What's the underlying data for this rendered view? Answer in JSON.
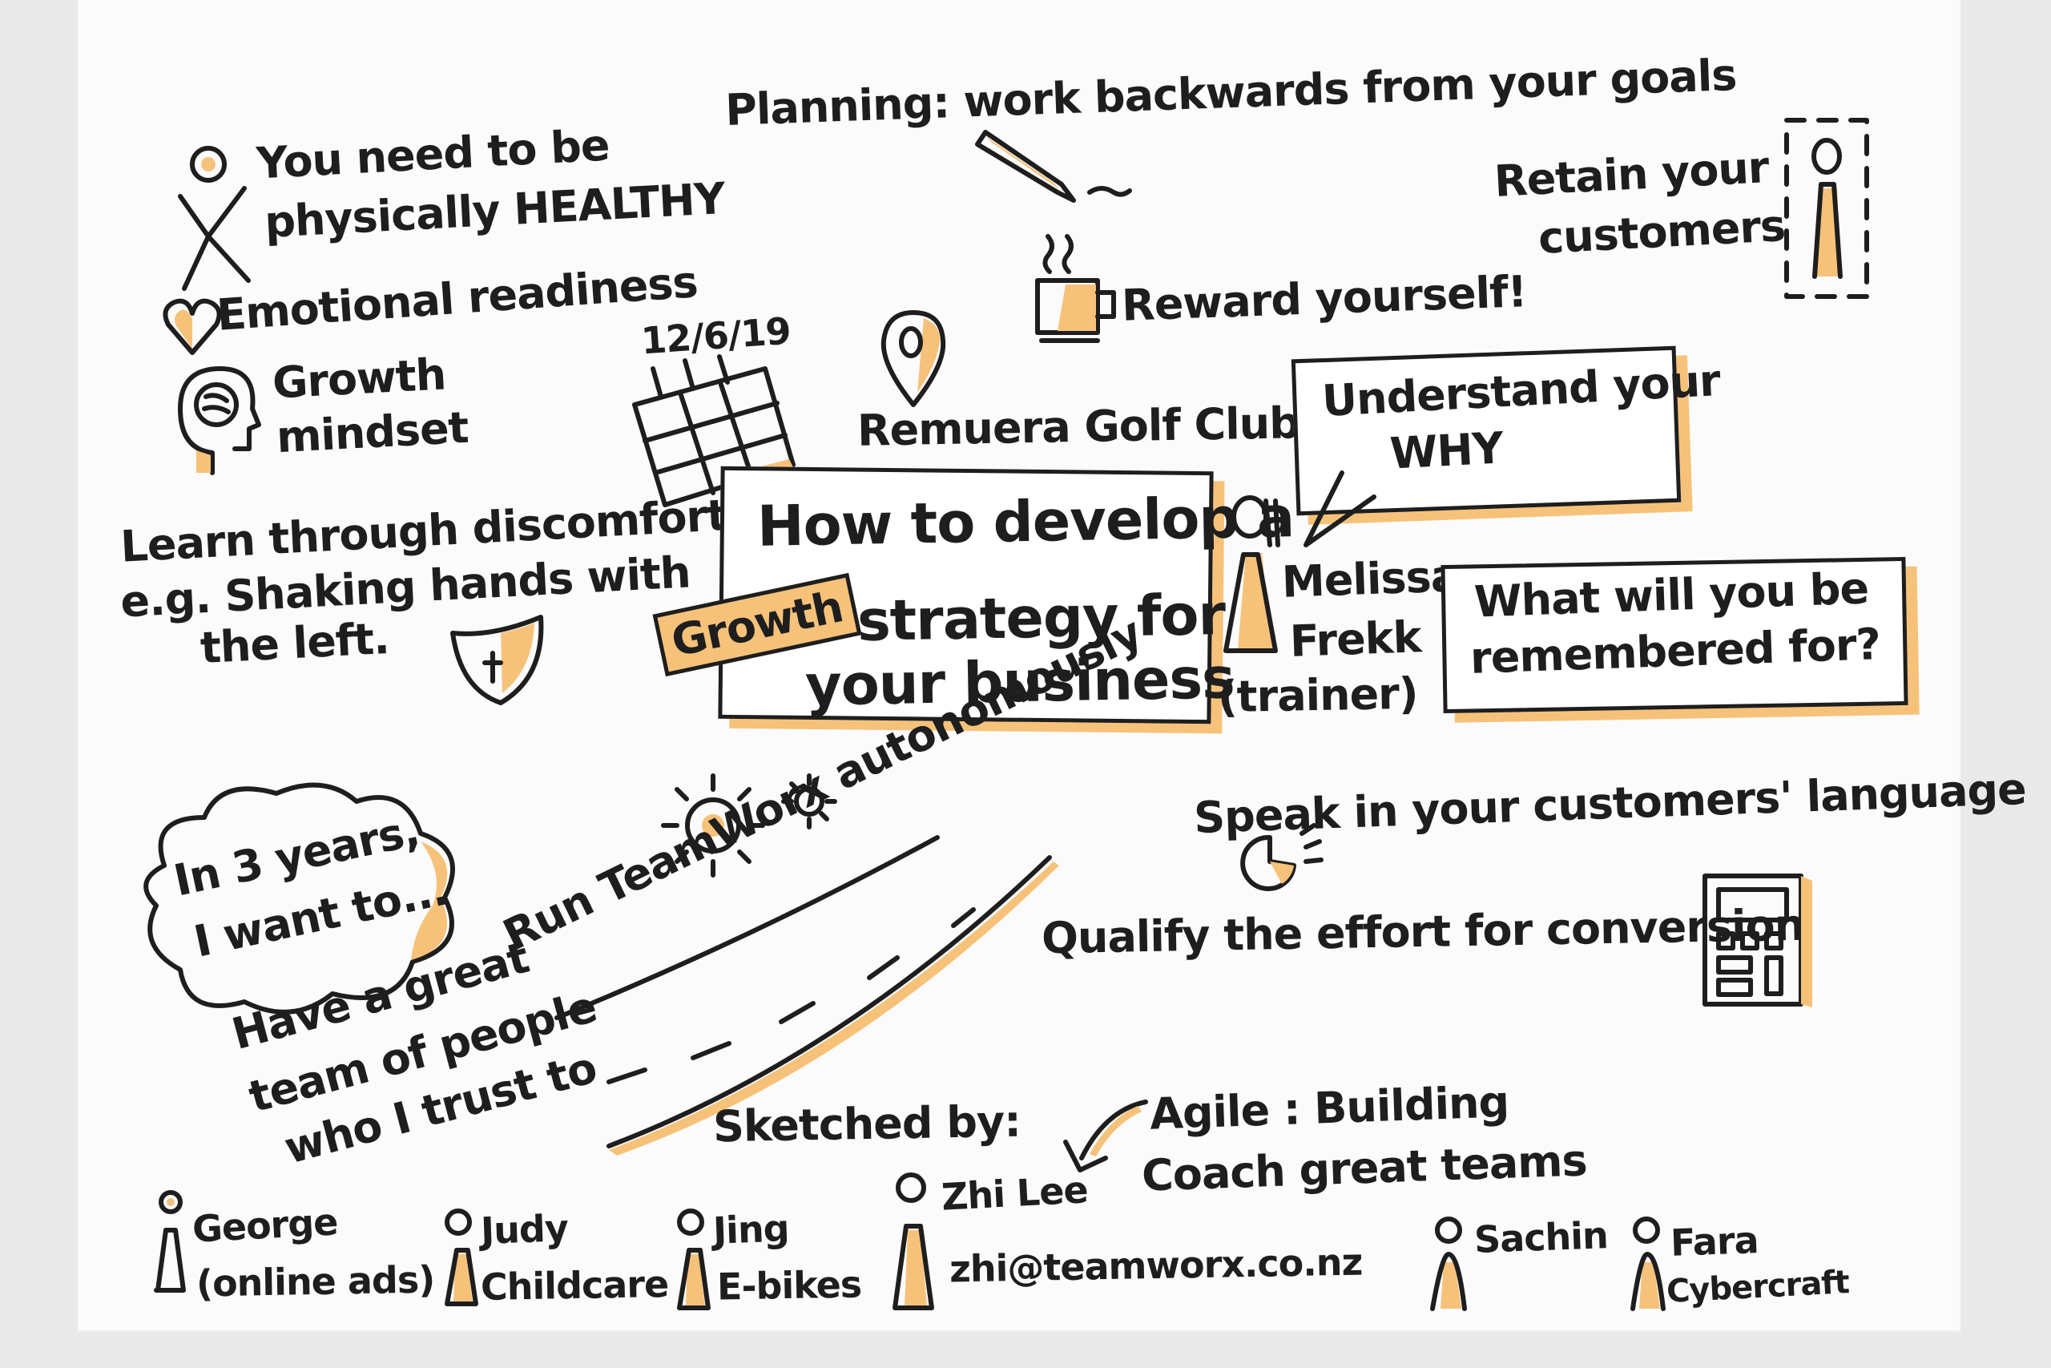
{
  "title": {
    "line1": "How to develop a",
    "highlight": "Growth",
    "line2": "strategy for",
    "line3": "your business"
  },
  "event": {
    "date": "12/6/19",
    "venue": "Remuera Golf Club"
  },
  "trainer": {
    "name_line1": "Melissa",
    "name_line2": "Frekk",
    "role": "(trainer)"
  },
  "notes": {
    "planning": "Planning: work backwards from your goals",
    "retain_line1": "Retain your",
    "retain_line2": "customers",
    "reward": "Reward yourself!",
    "healthy_line1": "You need to be",
    "healthy_line2": "physically HEALTHY",
    "emotional": "Emotional readiness",
    "growth_line1": "Growth",
    "growth_line2": "mindset",
    "discomfort_line1": "Learn through discomfort",
    "discomfort_line2": "e.g. Shaking hands with",
    "discomfort_line3": "the left.",
    "why_line1": "Understand your",
    "why_line2": "WHY",
    "remembered_line1": "What will you be",
    "remembered_line2": "remembered for?",
    "three_years_line1": "In 3 years,",
    "three_years_line2": "I want to...",
    "team_line1": "Have a great",
    "team_line2": "team of people",
    "team_line3": "who I trust to",
    "run": "Run TeamWorx autonomously",
    "language": "Speak in your customers' language",
    "qualify": "Qualify the effort for conversion",
    "agile_line1": "Agile : Building",
    "agile_line2": "Coach  great teams",
    "sketched_by": "Sketched by:"
  },
  "people": [
    {
      "name": "George",
      "detail": "(online ads)"
    },
    {
      "name": "Judy",
      "detail": "Childcare"
    },
    {
      "name": "Jing",
      "detail": "E-bikes"
    },
    {
      "name": "Zhi Lee",
      "detail": "zhi@teamworx.co.nz"
    },
    {
      "name": "Sachin",
      "detail": ""
    },
    {
      "name": "Fara",
      "detail": "Cybercraft"
    }
  ],
  "colors": {
    "ink": "#1e1e1e",
    "accent": "#f6c27a",
    "paper": "#fbfbfb"
  },
  "icons": [
    "person-cheering-icon",
    "pencil-icon",
    "coffee-cup-icon",
    "person-icon",
    "heart-icon",
    "head-brain-icon",
    "calendar-icon",
    "location-pin-icon",
    "shield-icon",
    "speech-bubble-icon",
    "thought-cloud-icon",
    "sun-icon",
    "road-icon",
    "pie-chart-icon",
    "calculator-icon",
    "arrow-icon"
  ]
}
